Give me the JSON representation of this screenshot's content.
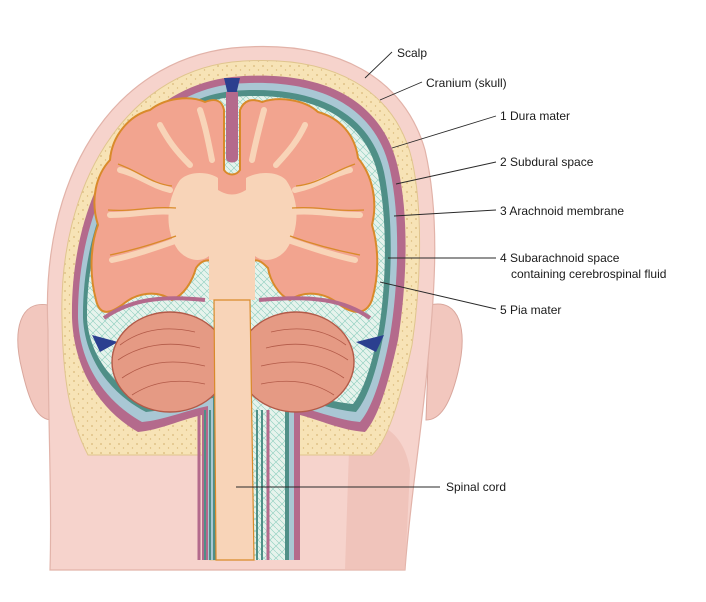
{
  "labels": {
    "scalp": "Scalp",
    "cranium": "Cranium (skull)",
    "dura": "1 Dura mater",
    "subdural": "2 Subdural space",
    "arachnoid": "3 Arachnoid membrane",
    "subarachnoid_line1": "4 Subarachnoid space",
    "subarachnoid_line2": "containing cerebrospinal fluid",
    "pia": "5 Pia mater",
    "spinal_cord": "Spinal cord"
  },
  "colors": {
    "skin": "#f6d3cc",
    "skin_shadow": "#eebdb4",
    "bone": "#f7e3b6",
    "bone_dots": "#d9b97a",
    "dura": "#b46a8c",
    "subdural": "#a9c7d4",
    "arachnoid": "#4f8f87",
    "csf": "#e6f3ec",
    "csf_web": "#8fcfbf",
    "brain": "#f2a48f",
    "brain_outline": "#d98a2a",
    "white_matter": "#f8d4b8",
    "cerebellum": "#e59a84",
    "cerebellum_lines": "#b25a48",
    "venous": "#2b3f8f"
  }
}
